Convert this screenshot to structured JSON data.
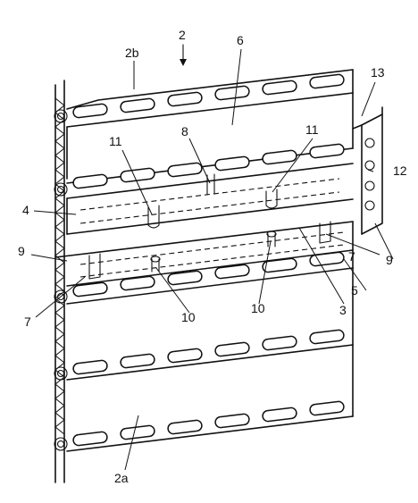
{
  "figure": {
    "labels": {
      "l2": "2",
      "l2a": "2a",
      "l2b": "2b",
      "l3": "3",
      "l4": "4",
      "l5": "5",
      "l6": "6",
      "l7a": "7",
      "l7b": "7",
      "l8": "8",
      "l9a": "9",
      "l9b": "9",
      "l10a": "10",
      "l10b": "10",
      "l11a": "11",
      "l11b": "11",
      "l12": "12",
      "l13": "13"
    }
  }
}
